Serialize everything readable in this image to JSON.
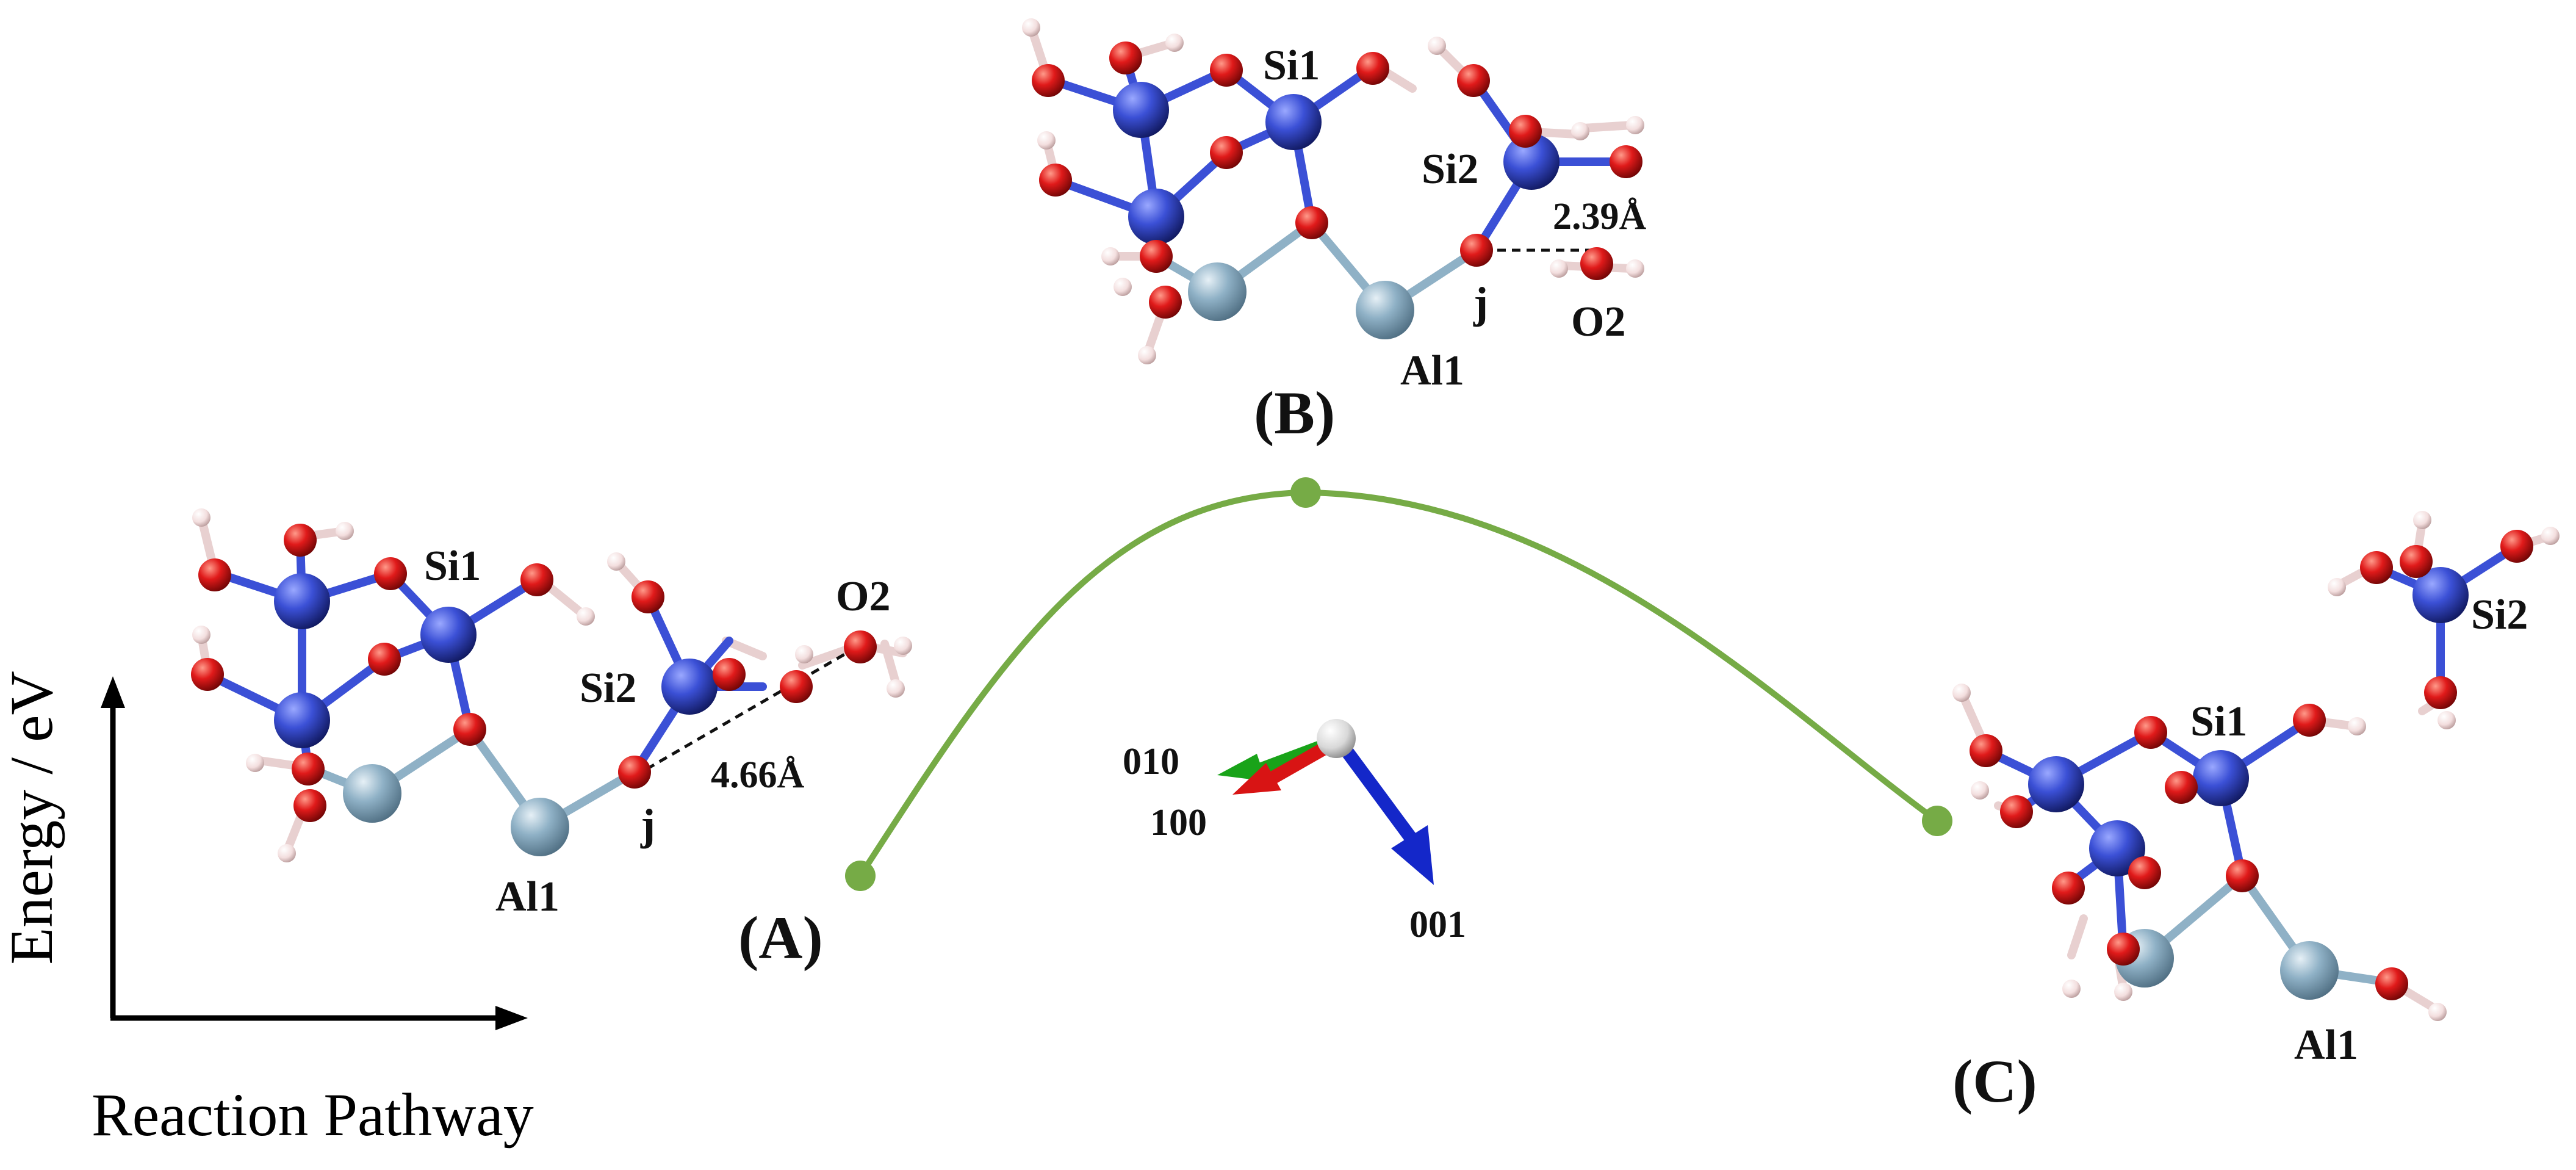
{
  "axes": {
    "y_label": "Energy / eV",
    "x_label": "Reaction Pathway"
  },
  "states": [
    {
      "panel": "(A)",
      "atoms": {
        "si1": "Si1",
        "si2": "Si2",
        "al1": "Al1",
        "o2": "O2",
        "j": "j"
      },
      "distance": "4.66Å"
    },
    {
      "panel": "(B)",
      "atoms": {
        "si1": "Si1",
        "si2": "Si2",
        "al1": "Al1",
        "o2": "O2",
        "j": "j"
      },
      "distance": "2.39Å"
    },
    {
      "panel": "(C)",
      "atoms": {
        "si1": "Si1",
        "si2": "Si2",
        "al1": "Al1"
      }
    }
  ],
  "orientation": {
    "a": "100",
    "b": "010",
    "c": "001"
  },
  "colors": {
    "path": "#76ab46",
    "silicon": "#3b50d6",
    "oxygen": "#e01a1a",
    "aluminium": "#8fb1c6",
    "hydrogen": "#f3dede",
    "axis_a": "#d81414",
    "axis_b": "#19a319",
    "axis_c": "#1427c9"
  }
}
